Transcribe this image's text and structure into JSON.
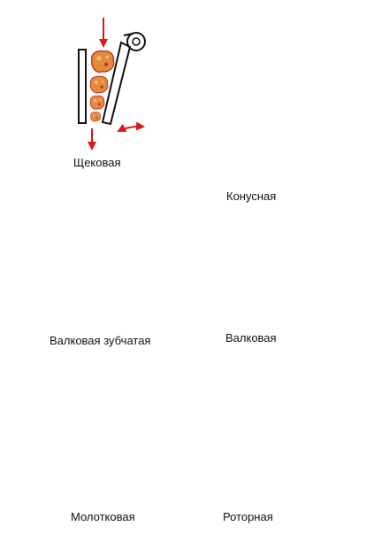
{
  "labels": {
    "jaw": "Щековая",
    "cone": "Конусная",
    "toothed_roll": "Валковая зубчатая",
    "roll": "Валковая",
    "hammer": "Молотковая",
    "rotor": "Роторная"
  },
  "colors": {
    "arrow": "#e01515",
    "ore_fill": "#e48a3c",
    "ore_edge": "#c0302a",
    "ore_spot": "#f0c060",
    "line": "#111111"
  }
}
